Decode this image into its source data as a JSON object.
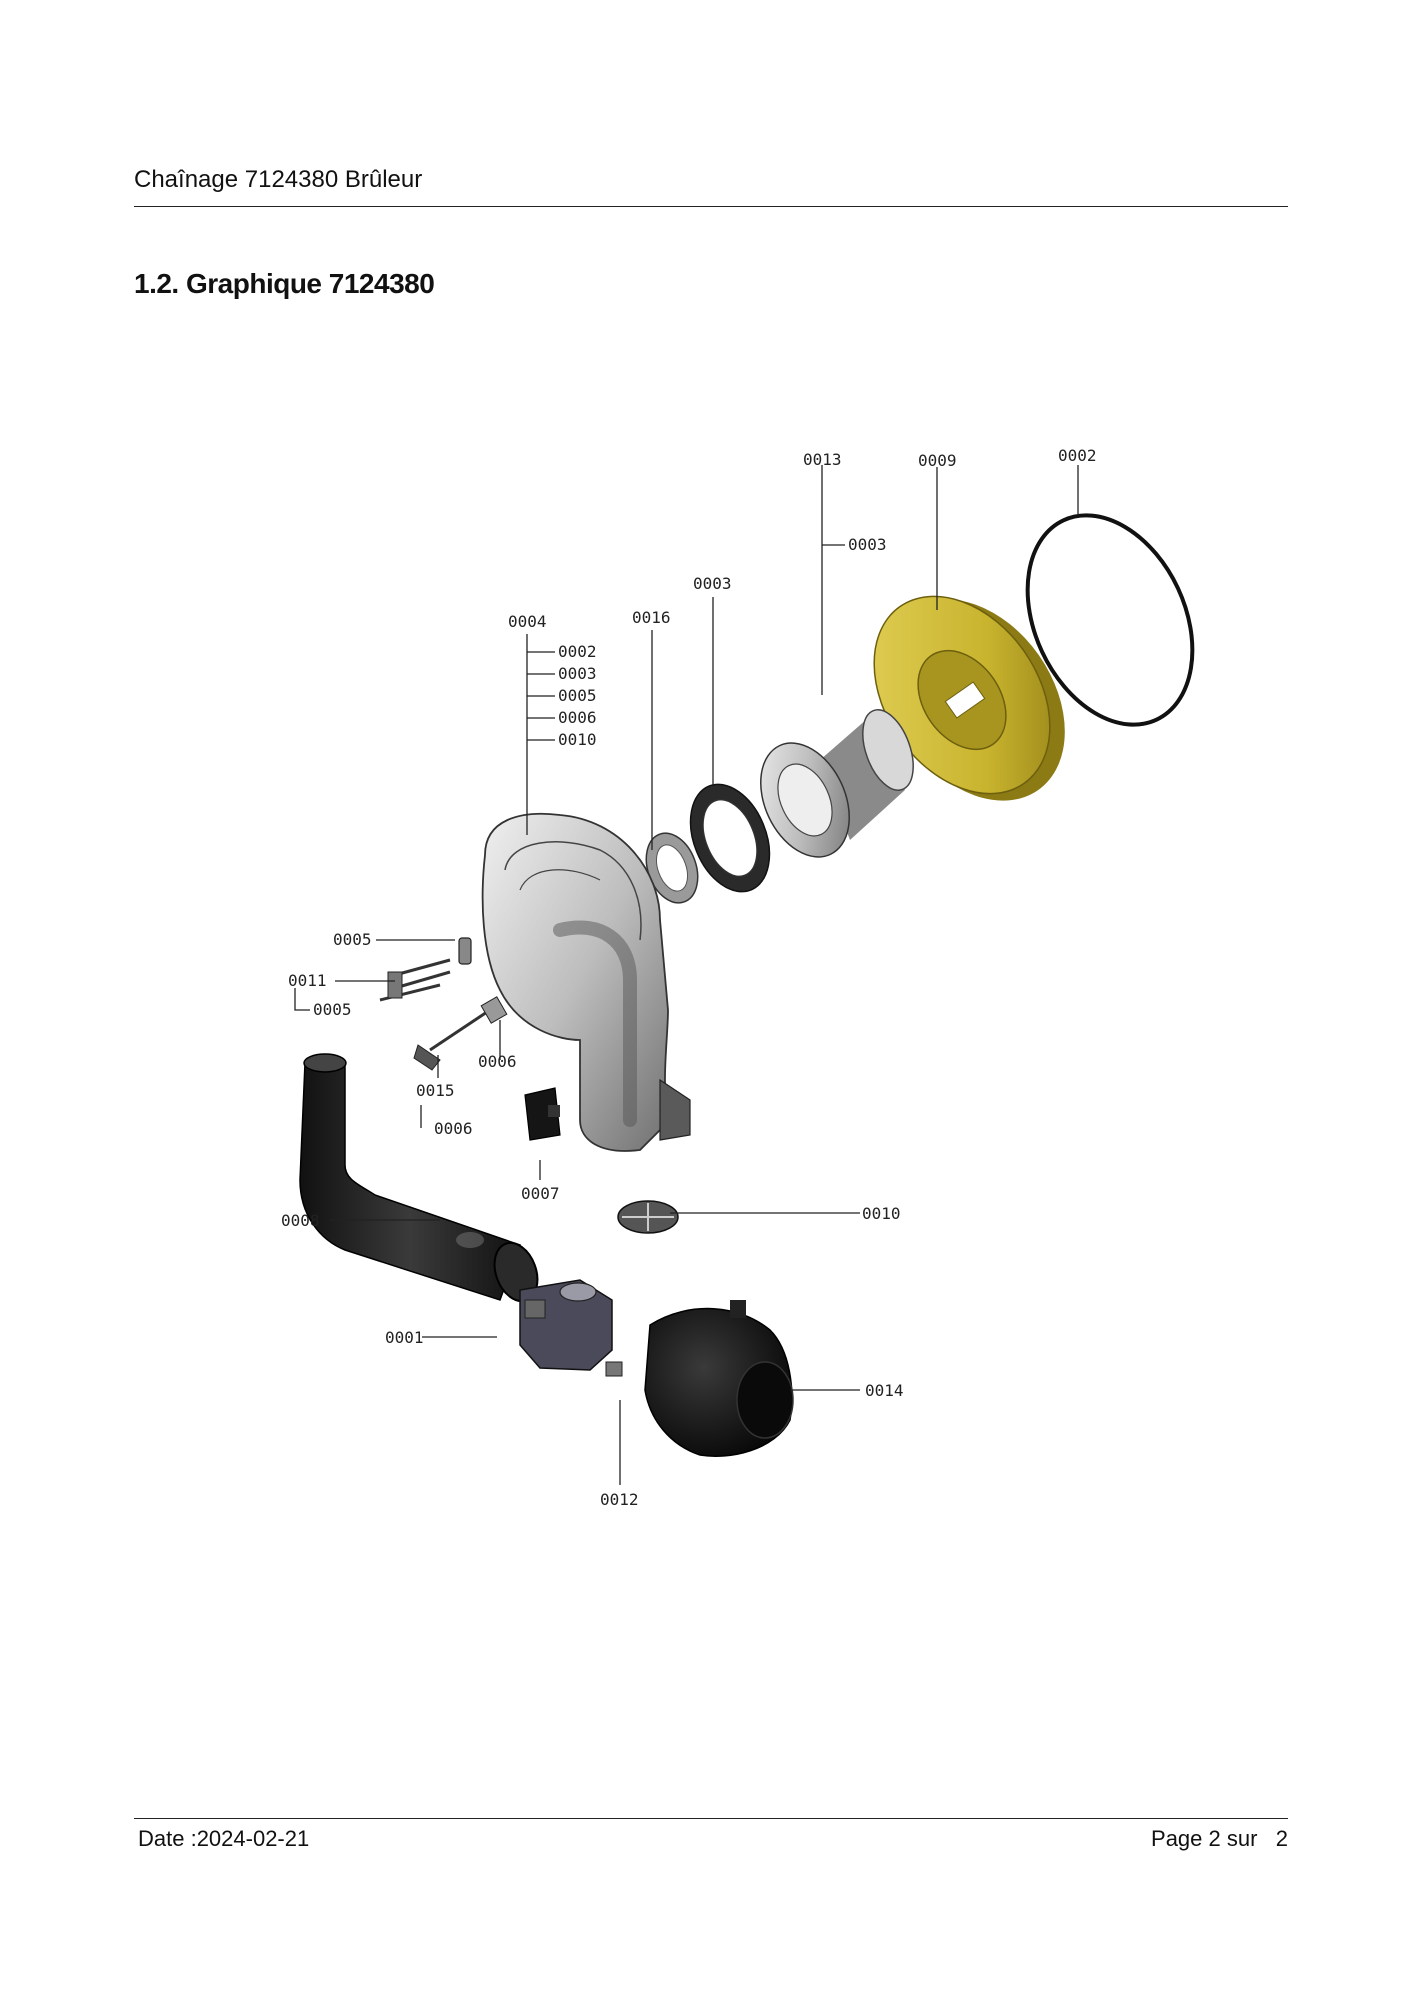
{
  "header": {
    "title": "Chaînage 7124380 Brûleur"
  },
  "section": {
    "title": "1.2. Graphique 7124380"
  },
  "footer": {
    "date": "Date :2024-02-21",
    "page": "Page 2 sur   2"
  },
  "colors": {
    "brass_part": "#c9b42e",
    "rubber": "#1e1e1e",
    "housing": "#b9b9b9"
  },
  "labels": {
    "p0013": "0013",
    "p0009": "0009",
    "p0002_ring": "0002",
    "p0003_sub": "0003",
    "p0003_gasket": "0003",
    "p0016": "0016",
    "p0004": "0004",
    "p0004_sub1": "0002",
    "p0004_sub2": "0003",
    "p0004_sub3": "0005",
    "p0004_sub4": "0006",
    "p0004_sub5": "0010",
    "p0005": "0005",
    "p0011": "0011",
    "p0011_sub": "0005",
    "p0006": "0006",
    "p0015": "0015",
    "p0015_sub": "0006",
    "p0007": "0007",
    "p0008": "0008",
    "p0010": "0010",
    "p0001": "0001",
    "p0014": "0014",
    "p0012": "0012"
  }
}
